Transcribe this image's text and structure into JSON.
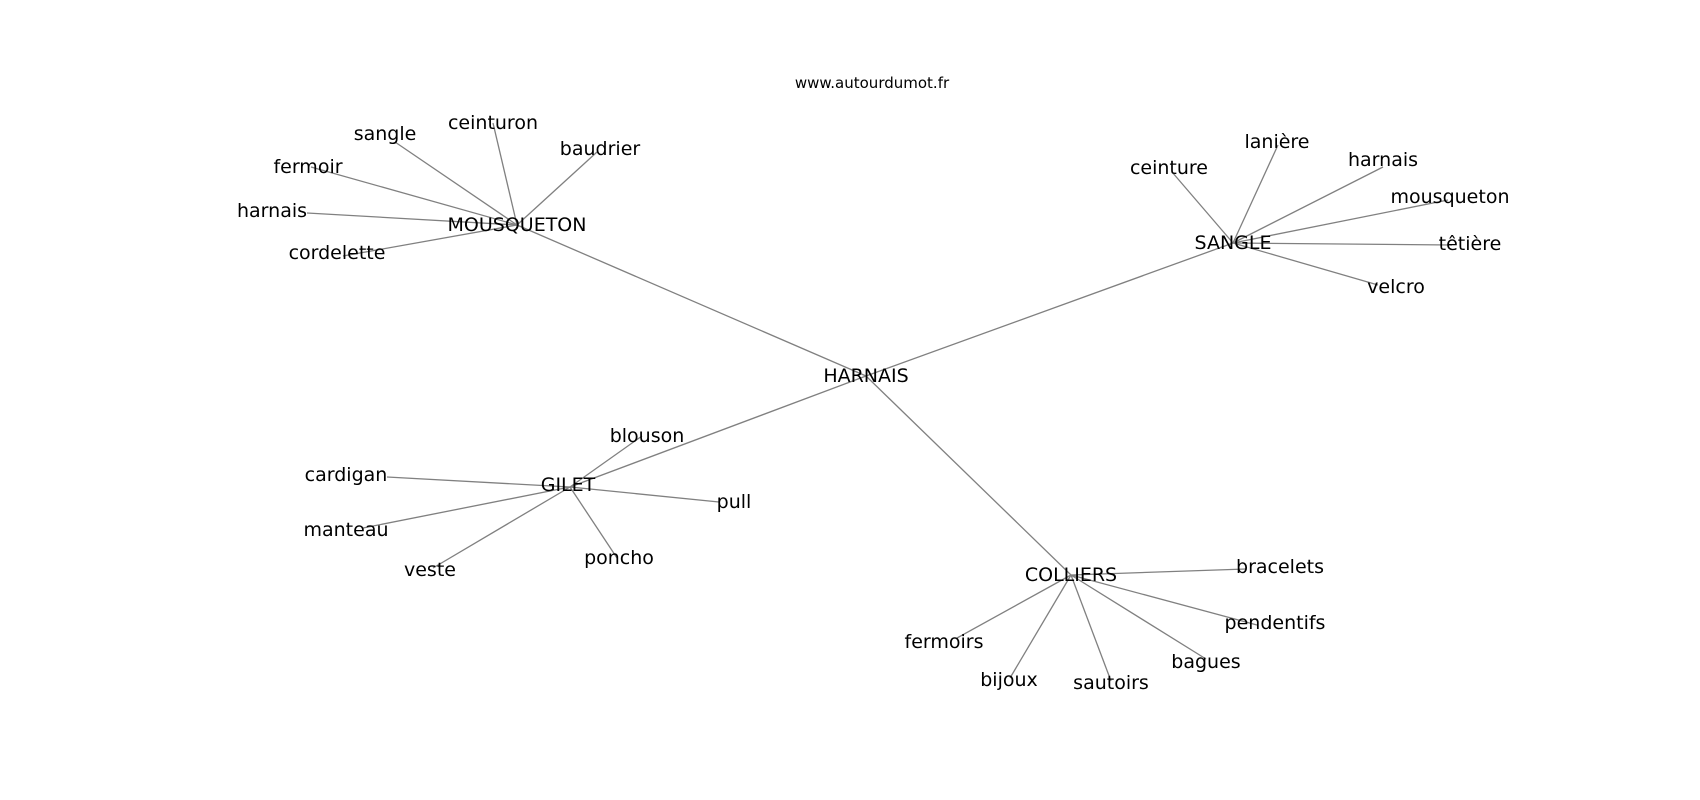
{
  "watermark": "www.autourdumot.fr",
  "graph": {
    "center": "HARNAIS",
    "hubs": [
      {
        "id": "MOUSQUETON",
        "leaves": [
          "ceinturon",
          "sangle",
          "baudrier",
          "fermoir",
          "harnais",
          "cordelette"
        ]
      },
      {
        "id": "SANGLE",
        "leaves": [
          "lanière",
          "harnais",
          "ceinture",
          "mousqueton",
          "têtière",
          "velcro"
        ]
      },
      {
        "id": "GILET",
        "leaves": [
          "blouson",
          "cardigan",
          "pull",
          "manteau",
          "poncho",
          "veste"
        ]
      },
      {
        "id": "COLLIERS",
        "leaves": [
          "bracelets",
          "pendentifs",
          "fermoirs",
          "bagues",
          "bijoux",
          "sautoirs"
        ]
      }
    ]
  }
}
